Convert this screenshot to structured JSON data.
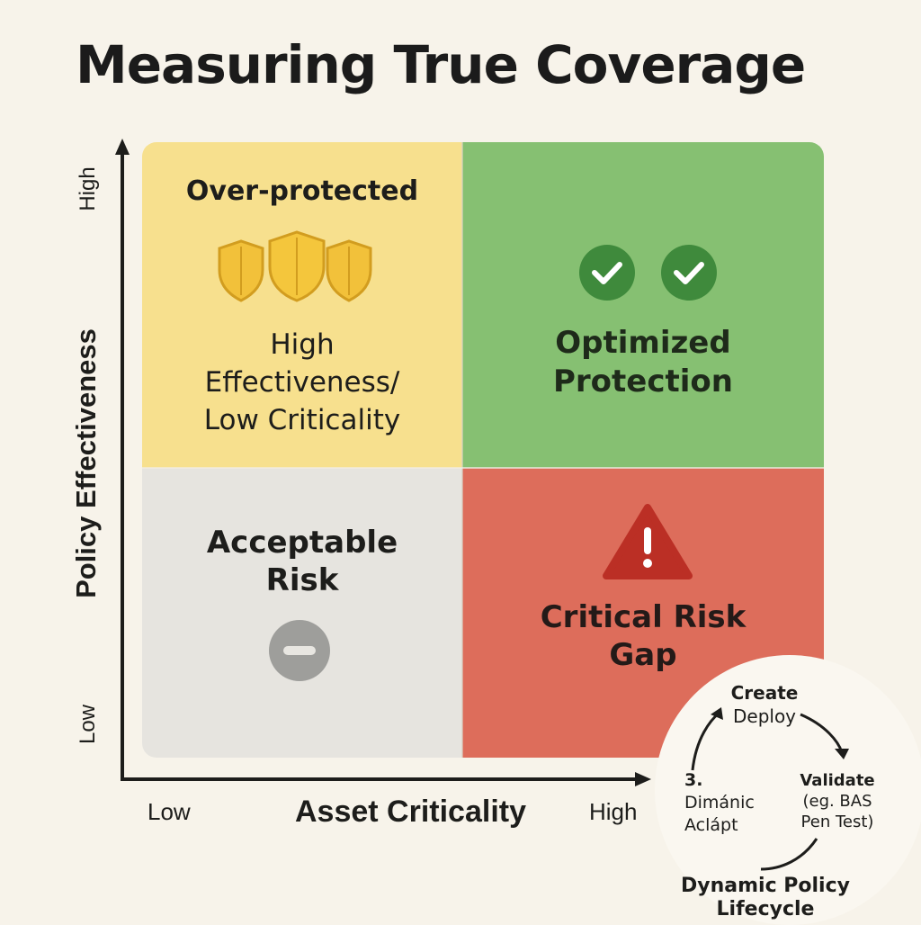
{
  "title": "Measuring True Coverage",
  "y_axis": {
    "label": "Policy Effectiveness",
    "high": "High",
    "low": "Low"
  },
  "x_axis": {
    "label": "Asset Criticality",
    "low": "Low",
    "high": "High"
  },
  "quadrants": {
    "top_left": {
      "heading": "Over-protected",
      "lines": [
        "High",
        "Effectiveness/",
        "Low Criticality"
      ],
      "icon": "shield-icon",
      "color": "#f7e08e"
    },
    "top_right": {
      "lines": [
        "Optimized",
        "Protection"
      ],
      "icon": "check-circle-icon",
      "color": "#86c072"
    },
    "bottom_left": {
      "lines": [
        "Acceptable",
        "Risk"
      ],
      "icon": "minus-circle-icon",
      "color": "#e6e4df"
    },
    "bottom_right": {
      "lines": [
        "Critical Risk",
        "Gap"
      ],
      "icon": "warning-triangle-icon",
      "color": "#dd6d5b"
    }
  },
  "lifecycle": {
    "title_lines": [
      "Dynamic Policy",
      "Lifecycle"
    ],
    "step1": {
      "bold": "Create",
      "normal": "Deploy"
    },
    "step2": {
      "bold": "Validate",
      "lines": [
        "(eg. BAS",
        "Pen Test)"
      ]
    },
    "step3": {
      "bold": "3.",
      "lines": [
        "Dimánic",
        "Aclápt"
      ]
    }
  }
}
